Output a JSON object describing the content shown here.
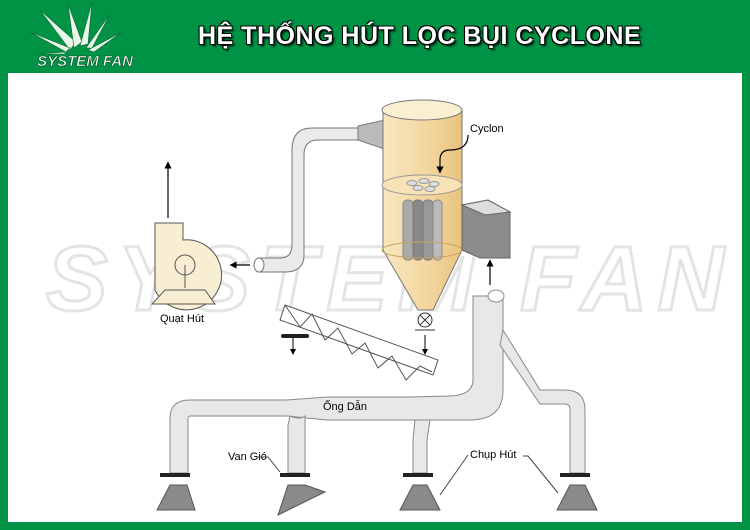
{
  "header": {
    "title": "HỆ THỐNG HÚT LỌC BỤI CYCLONE",
    "logo_text": "SYSTEM FAN"
  },
  "watermark": "SYSTEM FAN",
  "labels": {
    "cyclone": "Cyclon",
    "fan": "Quạt Hút",
    "duct": "Ống Dẫn",
    "damper": "Van Gió",
    "hood": "Chụp Hút"
  },
  "colors": {
    "brand_green": "#009245",
    "cyclone_fill": "#f5dca8",
    "duct_fill": "#e6e6e6",
    "hood_fill": "#8a8a8a"
  }
}
